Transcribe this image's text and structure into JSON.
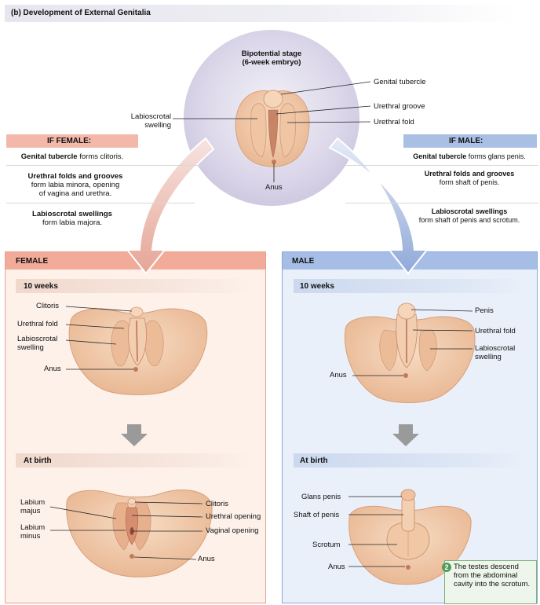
{
  "title": "(b) Development of External Genitalia",
  "bipotential": {
    "title_line1": "Bipotential stage",
    "title_line2": "(6-week embryo)",
    "labels": {
      "genital_tubercle": "Genital tubercle",
      "urethral_groove": "Urethral groove",
      "urethral_fold": "Urethral fold",
      "labioscrotal_line1": "Labioscrotal",
      "labioscrotal_line2": "swelling",
      "anus": "Anus"
    }
  },
  "if_female": {
    "header": "IF FEMALE:",
    "items": [
      {
        "line1_bold": "Genital tubercle",
        "line1_rest": " forms clitoris.",
        "line2": "",
        "line3": ""
      },
      {
        "line1_bold": "Urethral folds and grooves",
        "line1_rest": "",
        "line2": "form labia minora, opening",
        "line3": "of vagina and urethra."
      },
      {
        "line1_bold": "Labioscrotal swellings",
        "line1_rest": "",
        "line2": "form labia majora.",
        "line3": ""
      }
    ]
  },
  "if_male": {
    "header": "IF MALE:",
    "items": [
      {
        "line1_bold": "Genital tubercle",
        "line1_rest": " forms glans penis.",
        "line2": ""
      },
      {
        "line1_bold": "Urethral folds and grooves",
        "line1_rest": "",
        "line2": "form shaft of penis."
      },
      {
        "line1_bold": "Labioscrotal swellings",
        "line1_rest": "",
        "line2": "form shaft of penis and scrotum."
      }
    ]
  },
  "female_panel": {
    "title": "FEMALE",
    "stage1": "10 weeks",
    "stage1_labels": {
      "clitoris": "Clitoris",
      "urethral_fold": "Urethral fold",
      "labioscrotal_line1": "Labioscrotal",
      "labioscrotal_line2": "swelling",
      "anus": "Anus"
    },
    "stage2": "At birth",
    "stage2_labels": {
      "labium_majus_line1": "Labium",
      "labium_majus_line2": "majus",
      "labium_minus_line1": "Labium",
      "labium_minus_line2": "minus",
      "clitoris": "Clitoris",
      "urethral_opening": "Urethral opening",
      "vaginal_opening": "Vaginal opening",
      "anus": "Anus"
    }
  },
  "male_panel": {
    "title": "MALE",
    "stage1": "10 weeks",
    "stage1_labels": {
      "penis": "Penis",
      "urethral_fold": "Urethral fold",
      "labioscrotal_line1": "Labioscrotal",
      "labioscrotal_line2": "swelling",
      "anus": "Anus"
    },
    "stage2": "At birth",
    "stage2_labels": {
      "glans_penis": "Glans penis",
      "shaft_of_penis": "Shaft of penis",
      "scrotum": "Scrotum",
      "anus": "Anus"
    },
    "note_number": "2",
    "note_text": "The testes descend from the abdominal cavity into the scrotum."
  },
  "colors": {
    "female_header": "#f3b8aa",
    "male_header": "#a9bfe3",
    "female_panel": "#fdf1ea",
    "male_panel": "#eaf0fa",
    "skin": "#f2c9a8",
    "skin_dark": "#d9a07a",
    "note_green": "#4e9b5a"
  }
}
